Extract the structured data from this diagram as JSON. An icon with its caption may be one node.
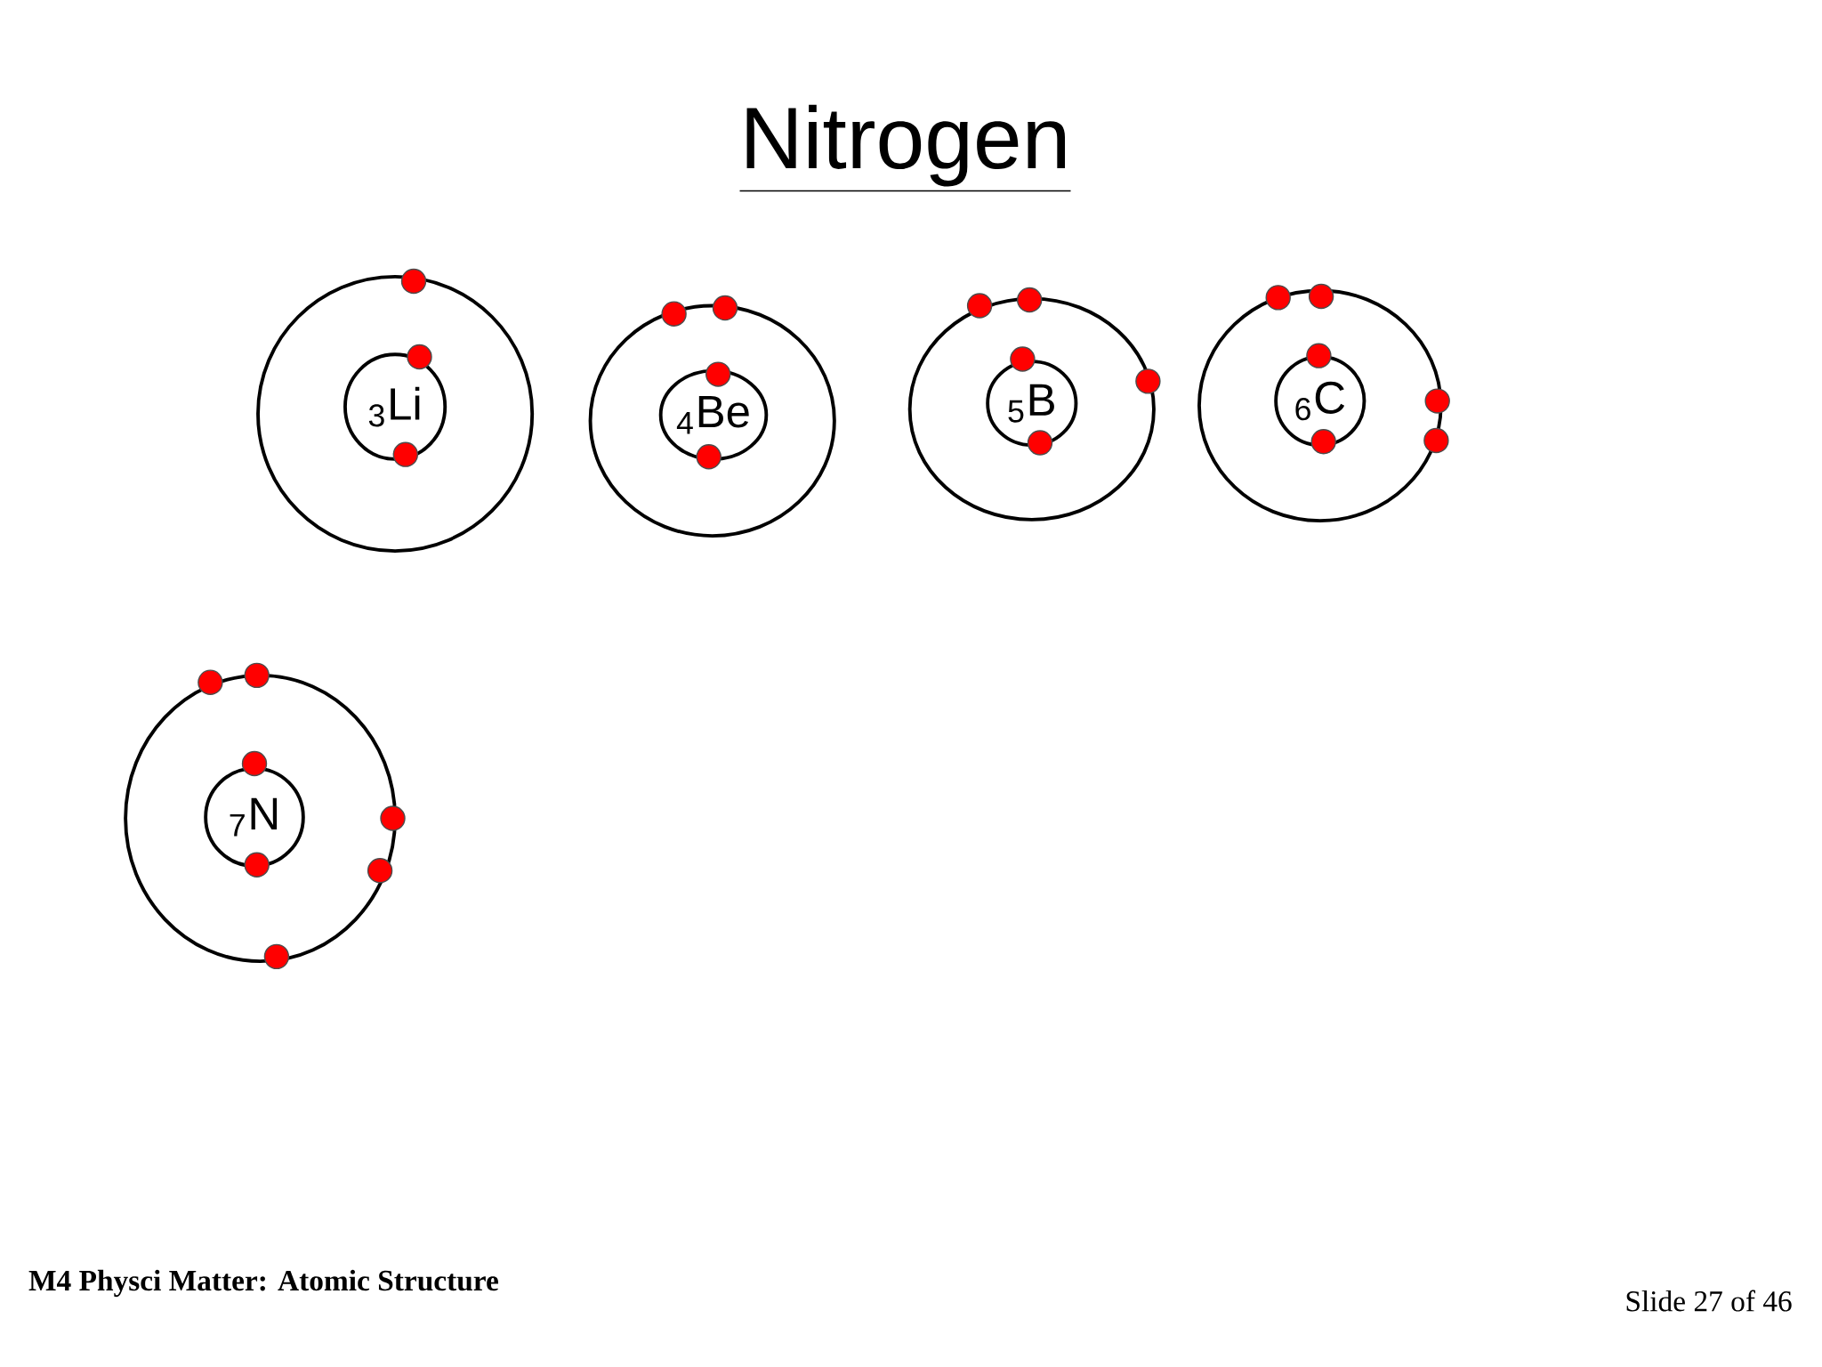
{
  "diagram": {
    "title": "Nitrogen",
    "nodes": [
      {
        "text": [],
        "shape": "circle"
      },
      {
        "text": [
          "$_{3}$Li"
        ],
        "in": 0
      },
      {
        "text": [],
        "shape": "circle"
      },
      {
        "text": [
          "$_{4}$Be"
        ],
        "in": 2
      },
      {
        "text": [],
        "shape": "circle"
      },
      {
        "text": [
          "$_{5}$B"
        ],
        "in": 4
      },
      {
        "text": [],
        "shape": "circle"
      },
      {
        "text": [
          "$_{6}$C"
        ],
        "in": 6
      },
      {
        "text": [],
        "shape": "circle"
      },
      {
        "text": [
          "$_{7}$N"
        ],
        "in": 8
      }
    ],
    "labels": [
      "M4 Physci Matter: Atomic Structure",
      "Slide 27 of 46"
    ]
  }
}
